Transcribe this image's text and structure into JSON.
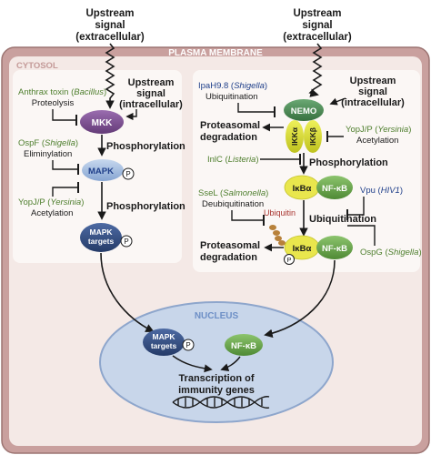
{
  "upstream_left": {
    "line1": "Upstream",
    "line2": "signal",
    "line3": "(extracellular)"
  },
  "upstream_right": {
    "line1": "Upstream",
    "line2": "signal",
    "line3": "(extracellular)"
  },
  "plasma_membrane": "PLASMA MEMBRANE",
  "cytosol": "CYTOSOL",
  "nucleus": "NUCLEUS",
  "left_panel": {
    "anthrax": {
      "name": "Anthrax toxin",
      "species": "Bacillus",
      "action": "Proteolysis"
    },
    "upstream_intra": {
      "line1": "Upstream",
      "line2": "signal",
      "line3": "(intracellular)"
    },
    "mkk": "MKK",
    "phos1": "Phosphorylation",
    "ospf": {
      "name": "OspF",
      "species": "Shigella",
      "action": "Eliminylation"
    },
    "mapk": "MAPK",
    "p_badge": "P",
    "yopj": {
      "name": "YopJ/P",
      "species": "Yersinia",
      "action": "Acetylation"
    },
    "phos2": "Phosphorylation",
    "mapk_targets": {
      "line1": "MAPK",
      "line2": "targets"
    }
  },
  "right_panel": {
    "ipah": {
      "name": "IpaH9.8",
      "species": "Shigella",
      "action": "Ubiquitination"
    },
    "upstream_intra": {
      "line1": "Upstream",
      "line2": "signal",
      "line3": "(intracellular)"
    },
    "nemo": "NEMO",
    "ikka": "IKKα",
    "ikkb": "IKKβ",
    "proteasomal1": {
      "line1": "Proteasomal",
      "line2": "degradation"
    },
    "yopj": {
      "name": "YopJ/P",
      "species": "Yersinia",
      "action": "Acetylation"
    },
    "inlc": {
      "name": "InlC",
      "species": "Listeria"
    },
    "phos": "Phosphorylation",
    "ikba": "IκBα",
    "nfkb": "NF-κB",
    "ssel": {
      "name": "SseL",
      "species": "Salmonella",
      "action": "Deubiquitination"
    },
    "vpu": {
      "name": "Vpu",
      "species": "HIV1"
    },
    "ubiquitin_label": "Ubiquitin",
    "ubiquitination": "Ubiquitination",
    "proteasomal2": {
      "line1": "Proteasomal",
      "line2": "degradation"
    },
    "ospg": {
      "name": "OspG",
      "species": "Shigella"
    },
    "p_badge": "P"
  },
  "nucleus_panel": {
    "mapk_targets": {
      "line1": "MAPK",
      "line2": "targets"
    },
    "nfkb": "NF-κB",
    "p_badge": "P",
    "transcription": {
      "line1": "Transcription of",
      "line2": "immunity genes"
    }
  },
  "colors": {
    "membrane_fill": "#c9a09e",
    "cytosol_fill": "#f4e9e6",
    "panel_fill": "#fbf7f5",
    "mkk": "#7a4d8e",
    "mapk": "#9ab6dc",
    "mapk_targets": "#2f4a7e",
    "nemo": "#4b8a57",
    "ikk": "#d9dc38",
    "ikba": "#e9e64d",
    "nfkb": "#6aa84a",
    "nucleus_fill": "#c8d6ea",
    "ubiquitin": "#b8813a"
  },
  "icons": [
    "wavy-signal-arrow",
    "inhibition-bar",
    "dna-helix",
    "ubiquitin-chain"
  ]
}
